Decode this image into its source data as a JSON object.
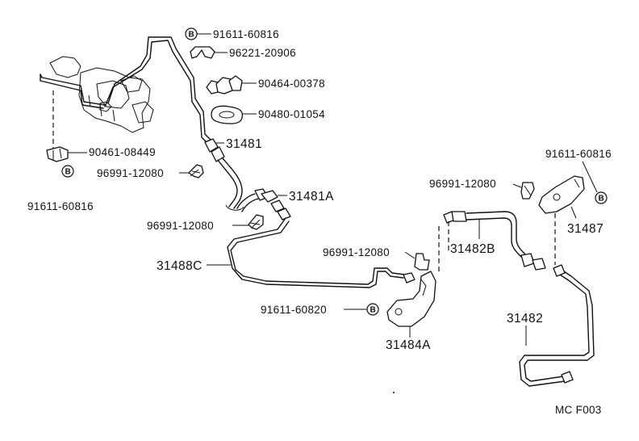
{
  "parts": {
    "p_91611_60816_top": "91611-60816",
    "p_96221_20906": "96221-20906",
    "p_90464_00378": "90464-00378",
    "p_90480_01054": "90480-01054",
    "p_90461_08449": "90461-08449",
    "p_91611_60816_left": "91611-60816",
    "p_31481": "31481",
    "p_96991_12080_a": "96991-12080",
    "p_31481A": "31481A",
    "p_96991_12080_b": "96991-12080",
    "p_31488C": "31488C",
    "p_96991_12080_c": "96991-12080",
    "p_91611_60820": "91611-60820",
    "p_31484A": "31484A",
    "p_96991_12080_d": "96991-12080",
    "p_31482B": "31482B",
    "p_91611_60816_right": "91611-60816",
    "p_31487": "31487",
    "p_31482": "31482"
  },
  "b_marker": "B",
  "figure_code": "MC F003"
}
